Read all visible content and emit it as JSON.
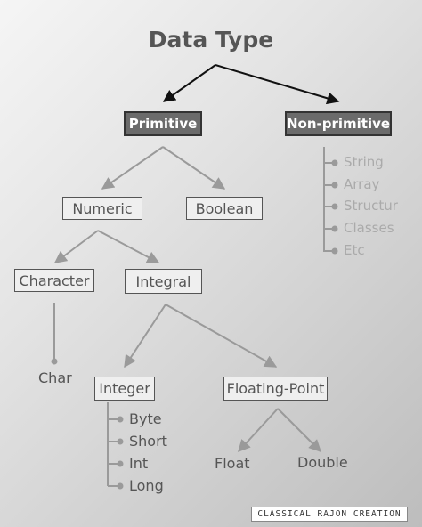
{
  "title": "Data Type",
  "nodes": {
    "primitive": "Primitive",
    "non_primitive": "Non-primitive",
    "numeric": "Numeric",
    "boolean": "Boolean",
    "character": "Character",
    "integral": "Integral",
    "char": "Char",
    "integer": "Integer",
    "floating_point": "Floating-Point",
    "float": "Float",
    "double": "Double"
  },
  "non_primitive_items": [
    "String",
    "Array",
    "Structur",
    "Classes",
    "Etc"
  ],
  "integer_items": [
    "Byte",
    "Short",
    "Int",
    "Long"
  ],
  "credit": "CLASSICAL RAJON CREATION",
  "colors": {
    "line_dark": "#111111",
    "line_gray": "#9a9a9a",
    "text": "#555555",
    "light_text": "#aaaaaa",
    "dark_box": "#6b6b6b"
  }
}
